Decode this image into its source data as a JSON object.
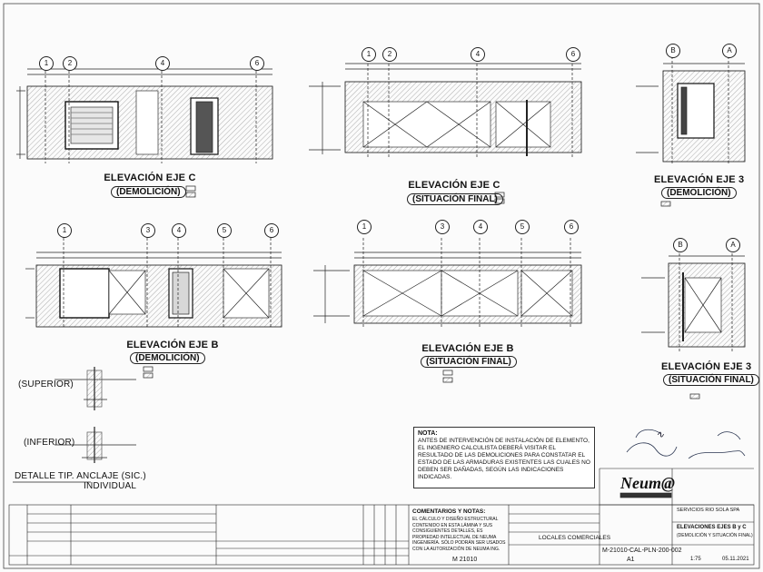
{
  "views": {
    "v1": {
      "title": "ELEVACIÓN EJE C",
      "subtitle": "(DEMOLICIÓN)",
      "axes": [
        "1",
        "2",
        "4",
        "6"
      ]
    },
    "v2": {
      "title": "ELEVACIÓN EJE C",
      "subtitle": "(SITUACIÓN FINAL)",
      "axes": [
        "1",
        "2",
        "4",
        "6"
      ]
    },
    "v3": {
      "title": "ELEVACIÓN EJE 3",
      "subtitle": "(DEMOLICIÓN)",
      "axes": [
        "B",
        "A"
      ]
    },
    "v4": {
      "title": "ELEVACIÓN EJE B",
      "subtitle": "(DEMOLICIÓN)",
      "axes": [
        "1",
        "3",
        "4",
        "5",
        "6"
      ]
    },
    "v5": {
      "title": "ELEVACIÓN EJE B",
      "subtitle": "(SITUACIÓN FINAL)",
      "axes": [
        "1",
        "3",
        "4",
        "5",
        "6"
      ]
    },
    "v6": {
      "title": "ELEVACIÓN EJE 3",
      "subtitle": "(SITUACIÓN FINAL)",
      "axes": [
        "B",
        "A"
      ]
    }
  },
  "detail": {
    "superior": "(SUPERIOR)",
    "inferior": "(INFERIOR)",
    "title": "DETALLE TIP. ANCLAJE (SIC.)",
    "subtitle": "INDIVIDUAL"
  },
  "note": {
    "title": "NOTA:",
    "body": "ANTES DE INTERVENCIÓN DE INSTALACIÓN DE ELEMENTO, EL INGENIERO CALCULISTA DEBERÁ VISITAR EL RESULTADO DE LAS DEMOLICIONES PARA CONSTATAR EL ESTADO DE LAS ARMADURAS EXISTENTES LAS CUALES NO DEBEN SER DAÑADAS, SEGÚN LAS INDICACIONES INDICADAS."
  },
  "comments": {
    "title": "COMENTARIOS Y NOTAS:",
    "body": "EL CÁLCULO Y DISEÑO ESTRUCTURAL CONTENIDO EN ESTA LÁMINA Y SUS CONSIGUIENTES DETALLES, ES PROPIEDAD INTELECTUAL DE NEUMA INGENIERÍA. SÓLO PODRÁN SER USADOS CON LA AUTORIZACIÓN DE NEUMA ING."
  },
  "title_block": {
    "logo": "Neum@",
    "project": "LOCALES COMERCIALES",
    "client": "SERVICIOS RIO SOLA SPA",
    "drawing": "ELEVACIONES EJES B y C",
    "drawing_sub": "(DEMOLICIÓN Y SITUACIÓN FINAL)",
    "code": "M-21010-CAL-PLN-200-002",
    "sheet": "A1",
    "job": "M 21010",
    "scale": "1:75",
    "date": "05.11.2021"
  },
  "colors": {
    "line": "#222222",
    "hatch": "#888888",
    "paper": "#fbfbfb"
  }
}
